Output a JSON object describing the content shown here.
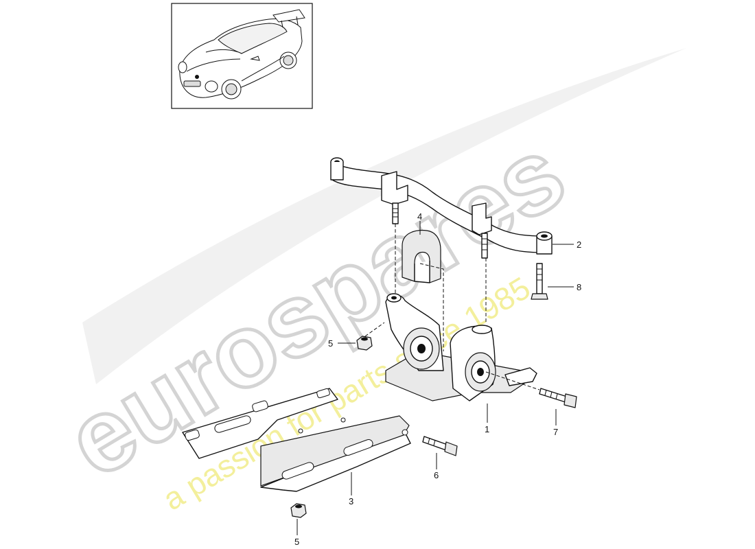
{
  "watermark": {
    "logo_text": "eurospares",
    "tagline": "a passion for parts since 1985",
    "logo_color": "#d6d6d6",
    "tagline_color": "#f2ee9a"
  },
  "thumbnail": {
    "subject": "car-outline"
  },
  "callouts": {
    "c1": "1",
    "c2": "2",
    "c3": "3",
    "c4": "4",
    "c5a": "5",
    "c5b": "5",
    "c6": "6",
    "c7": "7",
    "c8": "8"
  }
}
